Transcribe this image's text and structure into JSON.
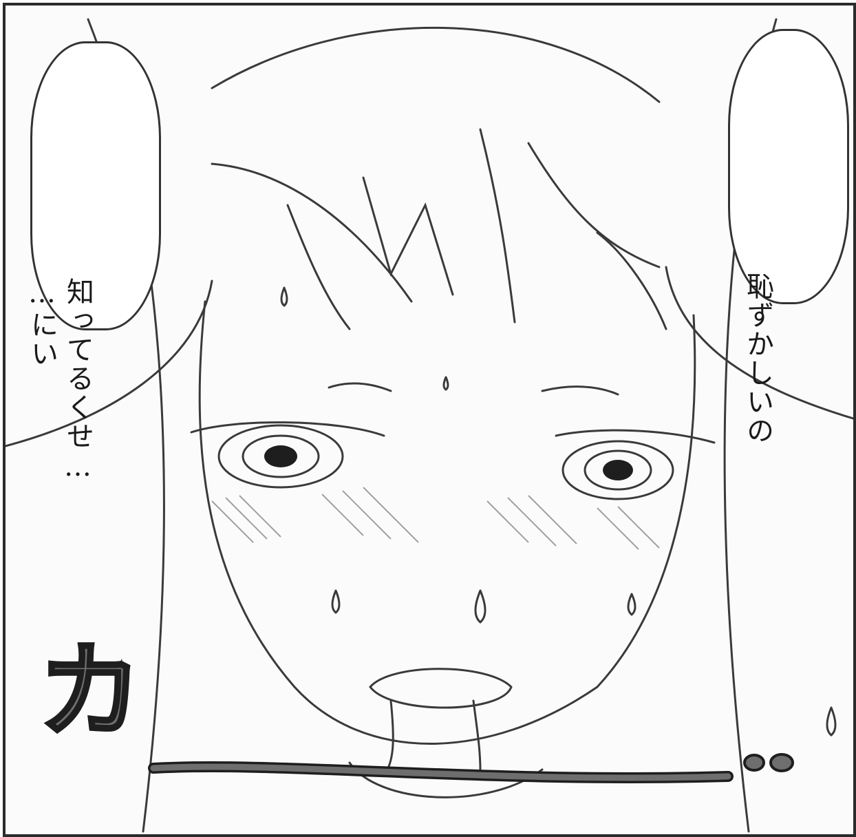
{
  "bubbles": {
    "left": {
      "line1": "知ってるくせ…",
      "line2": "…にい"
    },
    "right": {
      "line1": "恥ずかしいの"
    }
  },
  "sfx": {
    "text": "カ"
  },
  "colors": {
    "ink": "#2b2b2b",
    "paper": "#fbfbfb",
    "sfx_fill": "#6e6e6e"
  }
}
